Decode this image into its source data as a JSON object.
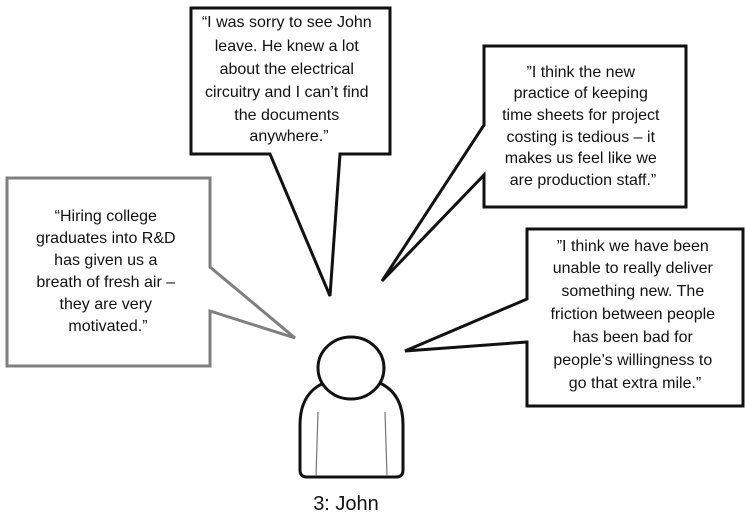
{
  "person": {
    "label": "3: John"
  },
  "bubbles": [
    {
      "id": "top-center",
      "lines": [
        "“I was sorry to see John",
        "leave. He knew a lot",
        "about the electrical",
        "circuitry and I can’t find",
        "the documents",
        "anywhere.”"
      ],
      "border_color": "#111111"
    },
    {
      "id": "top-right",
      "lines": [
        "”I think the new",
        "practice of keeping",
        "time sheets for project",
        "costing is tedious – it",
        "makes us feel like we",
        "are production staff.”"
      ],
      "border_color": "#111111"
    },
    {
      "id": "left",
      "lines": [
        "“Hiring college",
        "graduates into R&D",
        "has given us a",
        "breath of fresh air –",
        "they are very",
        "motivated.”"
      ],
      "border_color": "#7f7f7f"
    },
    {
      "id": "right",
      "lines": [
        "”I think we have been",
        "unable to really deliver",
        "something new. The",
        "friction between people",
        "has been bad for",
        "people’s willingness to",
        "go that extra mile.”"
      ],
      "border_color": "#111111"
    }
  ]
}
